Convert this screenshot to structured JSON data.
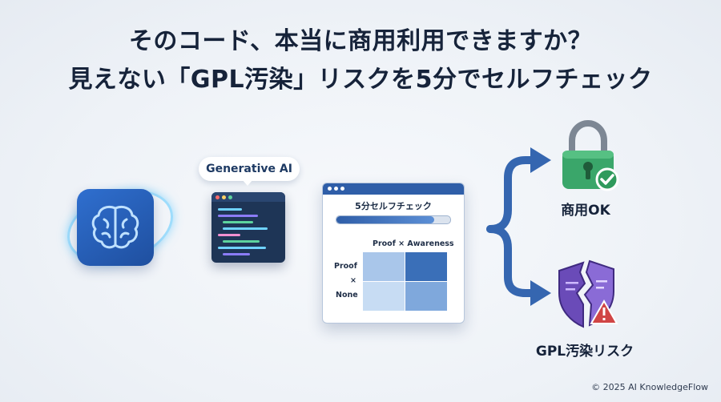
{
  "title": {
    "line1": "そのコード、本当に商用利用できますか？",
    "line2": "見えない「GPL汚染」リスクを5分でセルフチェック"
  },
  "code_window": {
    "badge": "Generative AI"
  },
  "checker": {
    "title": "5分セルフチェック",
    "progress": 0.86,
    "col_label": "Proof  ×  Awareness",
    "row_label_top": "Proof",
    "row_label_mid": "×",
    "row_label_bottom": "None"
  },
  "outcomes": {
    "ok_label": "商用OK",
    "risk_label": "GPL汚染リスク"
  },
  "footer": {
    "copyright": "© 2025 AI KnowledgeFlow"
  },
  "colors": {
    "flow_line": "#3566b0",
    "tile_blue": "#2a62bd",
    "lock_green": "#3aa66a",
    "shield_purple": "#6a4bb8",
    "warning_red": "#d04545"
  },
  "icons": {
    "source": "brain-icon",
    "ok": "padlock-check-icon",
    "risk": "broken-shield-warning-icon"
  }
}
